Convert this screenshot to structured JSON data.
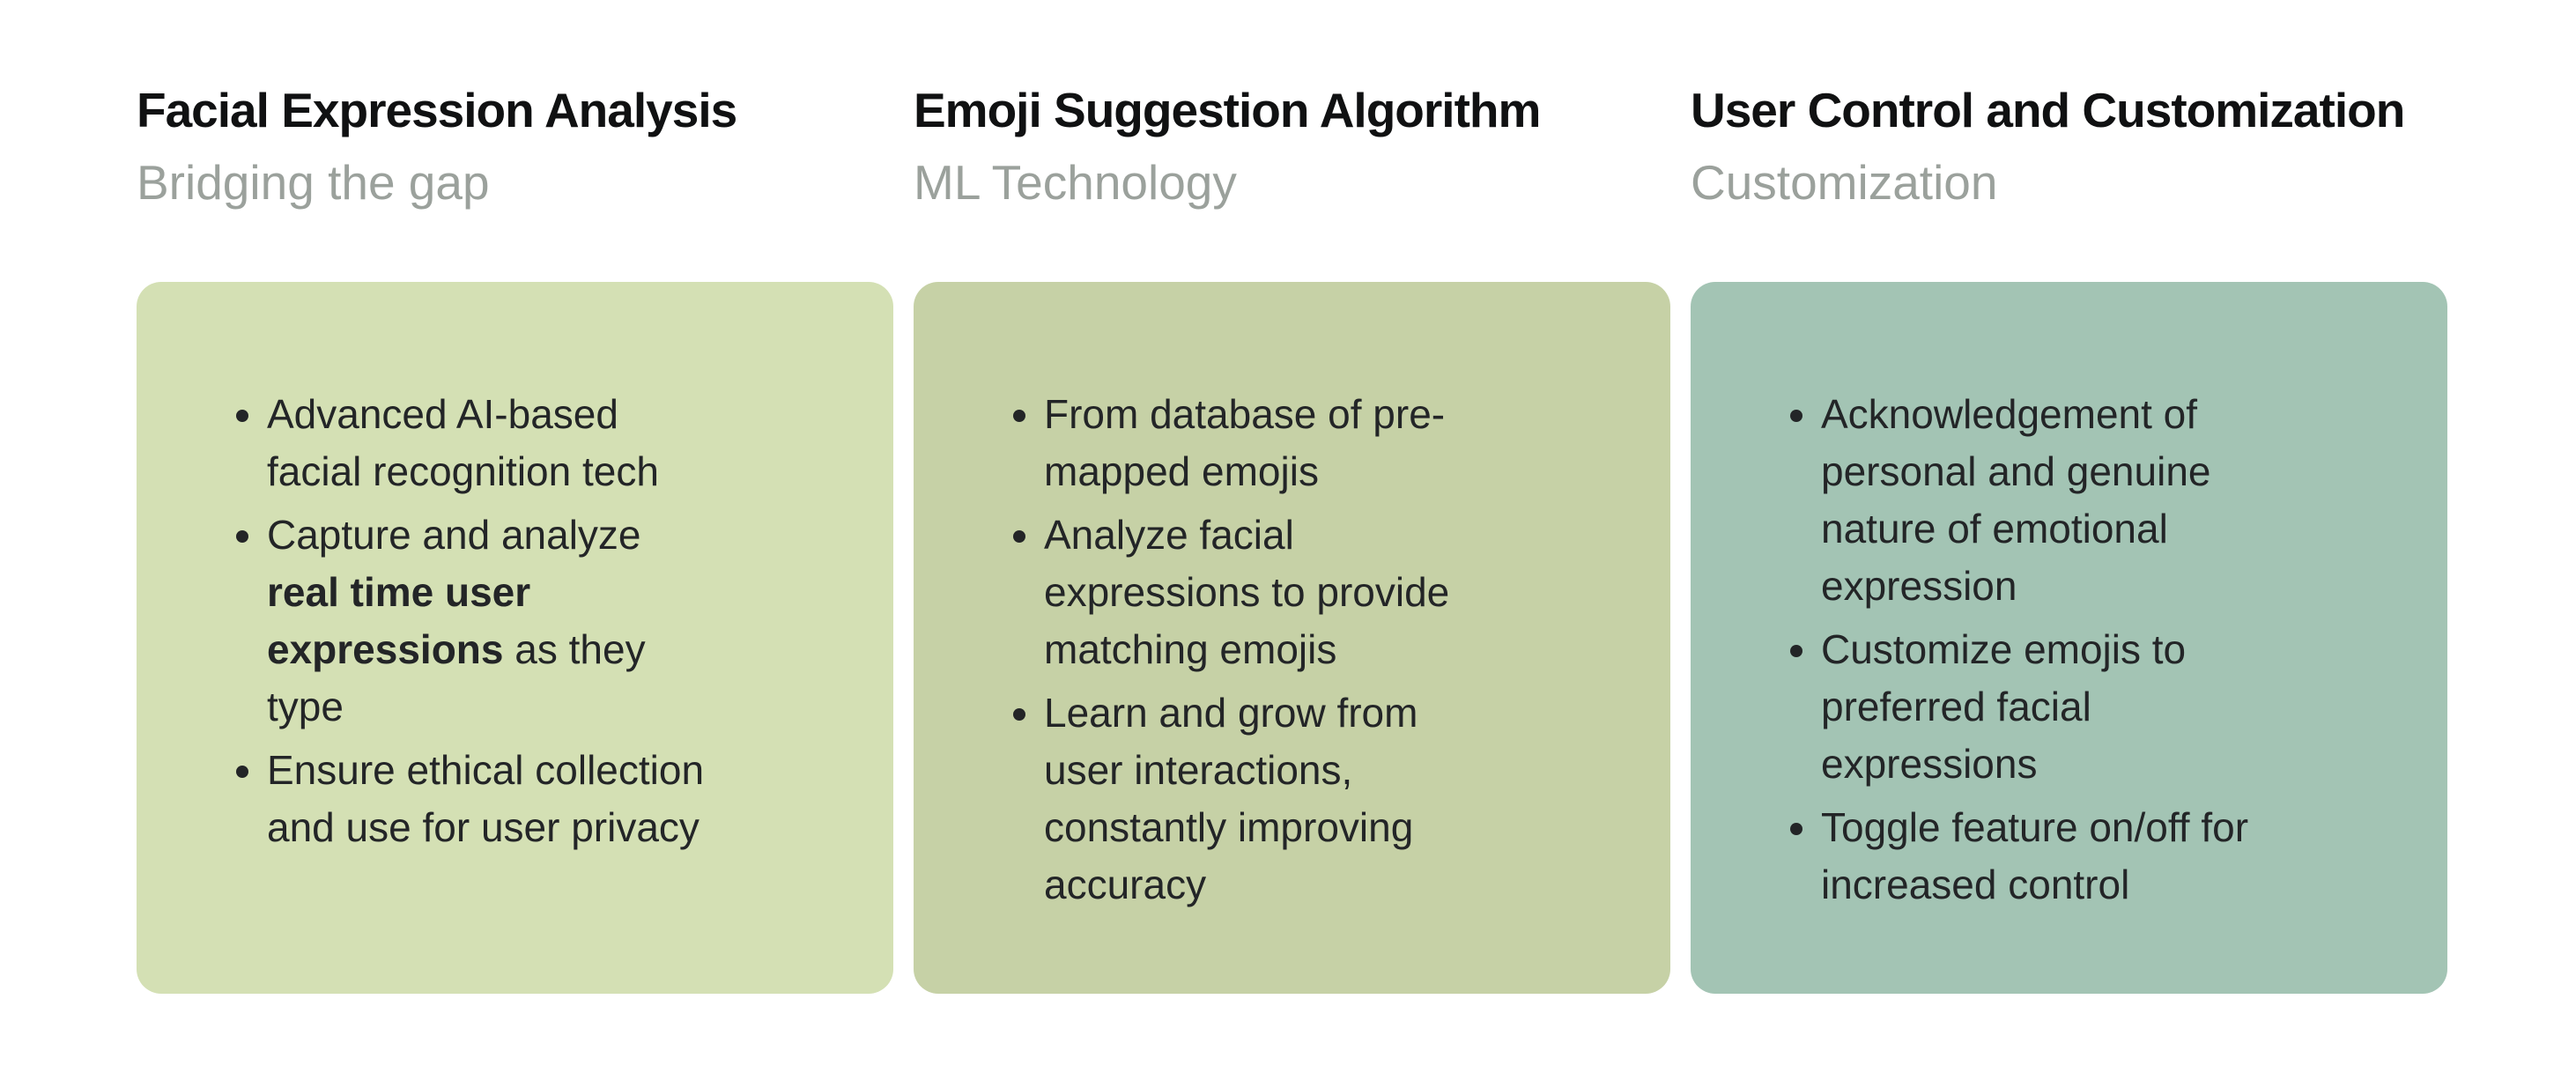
{
  "page": {
    "background": "#ffffff",
    "text_color": "#232527",
    "title_color": "#101112",
    "subtitle_color": "#9ba19c"
  },
  "columns": [
    {
      "title": "Facial Expression Analysis",
      "subtitle": "Bridging the gap",
      "card_color": "#d4e0b4",
      "bullets": [
        [
          {
            "text": "Advanced AI-based facial recognition tech",
            "bold": false
          }
        ],
        [
          {
            "text": "Capture and analyze ",
            "bold": false
          },
          {
            "text": "real time user expressions",
            "bold": true
          },
          {
            "text": " as they type",
            "bold": false
          }
        ],
        [
          {
            "text": "Ensure ethical collection and use for user privacy",
            "bold": false
          }
        ]
      ]
    },
    {
      "title": "Emoji Suggestion Algorithm",
      "subtitle": "ML Technology",
      "card_color": "#c6d1a6",
      "bullets": [
        [
          {
            "text": "From database of pre-mapped emojis",
            "bold": false
          }
        ],
        [
          {
            "text": "Analyze facial expressions to provide matching emojis",
            "bold": false
          }
        ],
        [
          {
            "text": "Learn and grow from user interactions, constantly improving accuracy",
            "bold": false
          }
        ]
      ]
    },
    {
      "title": "User Control and Customization",
      "subtitle": "Customization",
      "card_color": "#a3c4b4",
      "bullets": [
        [
          {
            "text": "Acknowledgement of personal and genuine nature of emotional expression",
            "bold": false
          }
        ],
        [
          {
            "text": "Customize emojis to preferred facial expressions",
            "bold": false
          }
        ],
        [
          {
            "text": "Toggle feature on/off for increased control",
            "bold": false
          }
        ]
      ]
    }
  ]
}
